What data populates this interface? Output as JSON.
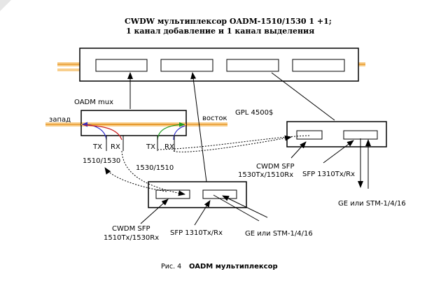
{
  "title": {
    "line1": "CWDW мультиплексор OADM-1510/1530 1 +1;",
    "line2": "1 канал добавление и 1 канал выделения"
  },
  "labels": {
    "oadm_mux": "OADM mux",
    "west": "запад",
    "east": "восток",
    "gpl": "GPL 4500$",
    "tx_left": "TX",
    "rx_left": "RX",
    "tx_right": "TX",
    "rx_right": "RX",
    "wl_left": "1510/1530",
    "wl_right": "1530/1510",
    "cwdm_sfp_right_1": "CWDM SFP",
    "cwdm_sfp_right_2": "1530Tx/1510Rx",
    "sfp_right": "SFP 1310Tx/Rx",
    "ge_right": "GE или STM-1/4/16",
    "cwdm_sfp_bottom_1": "CWDM SFP",
    "cwdm_sfp_bottom_2": "1510Tx/1530Rx",
    "sfp_bottom": "SFP 1310Tx/Rx",
    "ge_bottom": "GE или STM-1/4/16"
  },
  "caption": {
    "prefix": "Рис. 4",
    "title": "OADM мультиплексор"
  },
  "colors": {
    "fiber": "#f5b552",
    "fiber_core": "#e79a2f",
    "tx_path": "#2c2cc8",
    "rx_path_left": "#cc2020",
    "rx_path_right": "#1f9a1f"
  }
}
